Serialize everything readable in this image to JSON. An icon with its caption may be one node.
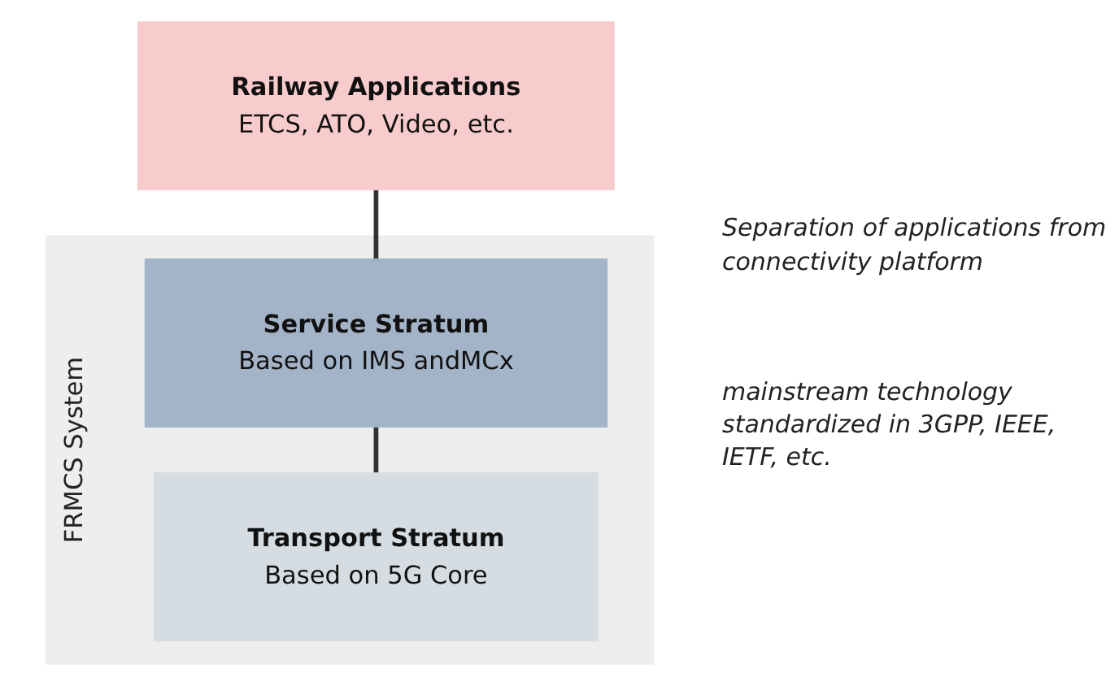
{
  "diagram": {
    "nodes": [
      {
        "text": [
          "Railway Applications",
          "ETCS, ATO, Video, etc."
        ]
      },
      {
        "text": [
          "FRMCS System"
        ]
      },
      {
        "text": [
          "Service Stratum",
          "Based on IMS andMCx"
        ],
        "in": 1
      },
      {
        "text": [
          "Transport Stratum",
          "Based on 5G Core"
        ],
        "in": 1
      }
    ],
    "edges": [
      {
        "from": 0,
        "to": 2,
        "arrow": "none"
      },
      {
        "from": 2,
        "to": 3,
        "arrow": "none"
      }
    ],
    "labels": [
      "Separation of applications from connectivity platform",
      "mainstream technology standardized in 3GPP, IEEE, IETF, etc."
    ]
  }
}
